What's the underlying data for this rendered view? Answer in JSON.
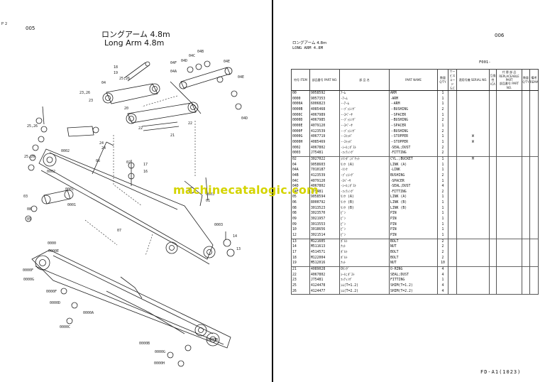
{
  "left_page": {
    "side_mark": "Ｐ２",
    "page_num": "005",
    "title_jp": "ロングアーム 4.8m",
    "title_en": "Long Arm 4.8m",
    "callouts": [
      "18",
      "19",
      "25,26",
      "04",
      "04F",
      "04D",
      "04C",
      "04B",
      "04E",
      "04A",
      "23,26",
      "23",
      "04E",
      "04D",
      "20",
      "22",
      "22",
      "21",
      "25,26",
      "24",
      "24",
      "25,26",
      "0002",
      "06",
      "0002",
      "02",
      "17",
      "16",
      "0001",
      "03",
      "08",
      "05",
      "0003",
      "0001",
      "01",
      "0003",
      "14",
      "13",
      "07",
      "0000",
      "0000E",
      "0000F",
      "0000G",
      "0000F",
      "0000D",
      "0000A",
      "0000C",
      "0000H",
      "0000B",
      "0000B",
      "0000G"
    ]
  },
  "right_page": {
    "page_num": "006",
    "title_jp": "ロングアーム 4.8m",
    "title_en": "LONG ARM 4.8M",
    "ref": "F001-",
    "headers": {
      "item": "符号 ITEM",
      "part_no": "部品番号 PART NO.",
      "name_jp": "部 品 名",
      "part_name": "PART NAME",
      "qty": "数量 Q'TY",
      "sc": "サービスコード S.C",
      "serial": "適用号機 SERIAL NO.",
      "replace_jp": "代 替 部 品",
      "replace_en": "REPLACEABLE PART",
      "ica": "互換性 ICA",
      "rep_part_no": "部品番号 PART NO.",
      "rep_qty": "数量 Q'TY",
      "remarks": "備考 REMARKS"
    },
    "rows": [
      {
        "item": "00",
        "part_no": "9058592",
        "jp": "ｱｰﾑ",
        "name": "ARM",
        "qty": "1",
        "sc": "",
        "ser": "",
        "grp": true
      },
      {
        "item": "0000",
        "part_no": "9057353",
        "jp": "･ｱｰﾑ",
        "name": "･ARM",
        "qty": "1",
        "sc": "",
        "ser": "",
        "grp": false
      },
      {
        "item": "0000A",
        "part_no": "6006823",
        "jp": "･･ｱｰﾑ",
        "name": "･･ARM",
        "qty": "1",
        "sc": "",
        "ser": "",
        "grp": false
      },
      {
        "item": "0000B",
        "part_no": "4085468",
        "jp": "･･ﾌﾞｯｼﾝｸﾞ",
        "name": "･･BUSHING",
        "qty": "2",
        "sc": "",
        "ser": "",
        "grp": false
      },
      {
        "item": "0000C",
        "part_no": "4067989",
        "jp": "･･ｽﾍﾟｰｻ",
        "name": "･･SPACER",
        "qty": "1",
        "sc": "",
        "ser": "",
        "grp": false
      },
      {
        "item": "0000D",
        "part_no": "4067985",
        "jp": "･･ﾌﾞｯｼﾝｸﾞ",
        "name": "･･BUSHING",
        "qty": "2",
        "sc": "",
        "ser": "",
        "grp": false
      },
      {
        "item": "0000E",
        "part_no": "4079120",
        "jp": "･･ｽﾍﾟｰｻ",
        "name": "･･SPACER",
        "qty": "1",
        "sc": "",
        "ser": "",
        "grp": false
      },
      {
        "item": "0000F",
        "part_no": "4123539",
        "jp": "･･ﾌﾞｯｼﾝｸﾞ",
        "name": "･･BUSHING",
        "qty": "2",
        "sc": "",
        "ser": "",
        "grp": false
      },
      {
        "item": "0000G",
        "part_no": "4067719",
        "jp": "･･ｽﾄｯﾊﾟ",
        "name": "･･STOPPER",
        "qty": "1",
        "sc": "",
        "ser": "W",
        "grp": false
      },
      {
        "item": "0000H",
        "part_no": "4085469",
        "jp": "･･ｽﾄｯﾊﾟ",
        "name": "･･STOPPER",
        "qty": "1",
        "sc": "",
        "ser": "W",
        "grp": false
      },
      {
        "item": "0002",
        "part_no": "4067802",
        "jp": "･ｼｰﾙ;ﾀﾞｽﾄ",
        "name": "･SEAL;DUST",
        "qty": "2",
        "sc": "",
        "ser": "",
        "grp": false
      },
      {
        "item": "0003",
        "part_no": "J75481",
        "jp": "･ﾌｨﾃｨﾝｸﾞ",
        "name": "･FITTING",
        "qty": "2",
        "sc": "",
        "ser": "",
        "grp": false
      },
      {
        "item": "02",
        "part_no": "3027022",
        "jp": "ｼﾘﾝﾀﾞ;ﾊﾞｹｯﾄ",
        "name": "CYL.;BUCKET",
        "qty": "1",
        "sc": "",
        "ser": "M",
        "grp": true
      },
      {
        "item": "04",
        "part_no": "9058603",
        "jp": "ﾘﾝｸ (A)",
        "name": "LINK (A)",
        "qty": "1",
        "sc": "",
        "ser": "",
        "grp": false
      },
      {
        "item": "04A",
        "part_no": "7010187",
        "jp": "･ﾘﾝｸ",
        "name": "･LINK",
        "qty": "1",
        "sc": "",
        "ser": "",
        "grp": false
      },
      {
        "item": "04B",
        "part_no": "4123539",
        "jp": "･ﾌﾞｯｼﾝｸﾞ",
        "name": "BUSHING",
        "qty": "2",
        "sc": "",
        "ser": "",
        "grp": false
      },
      {
        "item": "04C",
        "part_no": "4079120",
        "jp": "･ｽﾍﾟｰｻ",
        "name": "･SPACER",
        "qty": "1",
        "sc": "",
        "ser": "",
        "grp": false
      },
      {
        "item": "04D",
        "part_no": "4067802",
        "jp": "･ｼｰﾙ;ﾀﾞｽﾄ",
        "name": "･SEAL;DUST",
        "qty": "4",
        "sc": "",
        "ser": "",
        "grp": false
      },
      {
        "item": "04F",
        "part_no": "J75481",
        "jp": "･ﾌｨﾃｨﾝｸﾞ",
        "name": "･FITTING",
        "qty": "2",
        "sc": "",
        "ser": "",
        "grp": false
      },
      {
        "item": "05",
        "part_no": "9058594",
        "jp": "ﾘﾝｸ (A)",
        "name": "LINK (A)",
        "qty": "1",
        "sc": "",
        "ser": "",
        "grp": false
      },
      {
        "item": "06",
        "part_no": "8000792",
        "jp": "ﾘﾝｸ (B)",
        "name": "LINK (B)",
        "qty": "1",
        "sc": "",
        "ser": "",
        "grp": false
      },
      {
        "item": "08",
        "part_no": "3013523",
        "jp": "ﾘﾝｸ (B)",
        "name": "LINK (B)",
        "qty": "1",
        "sc": "",
        "ser": "",
        "grp": false
      },
      {
        "item": "08",
        "part_no": "3023570",
        "jp": "ﾋﾟﾝ",
        "name": "PIN",
        "qty": "1",
        "sc": "",
        "ser": "",
        "grp": false
      },
      {
        "item": "09",
        "part_no": "3021957",
        "jp": "ﾋﾟﾝ",
        "name": "PIN",
        "qty": "1",
        "sc": "",
        "ser": "",
        "grp": false
      },
      {
        "item": "09",
        "part_no": "3013553",
        "jp": "ﾋﾟﾝ",
        "name": "PIN",
        "qty": "1",
        "sc": "",
        "ser": "",
        "grp": false
      },
      {
        "item": "10",
        "part_no": "3018656",
        "jp": "ﾋﾟﾝ",
        "name": "PIN",
        "qty": "1",
        "sc": "",
        "ser": "",
        "grp": false
      },
      {
        "item": "12",
        "part_no": "3021514",
        "jp": "ﾋﾟﾝ",
        "name": "PIN",
        "qty": "1",
        "sc": "",
        "ser": "",
        "grp": false
      },
      {
        "item": "13",
        "part_no": "M121605",
        "jp": "ﾎﾞﾙﾄ",
        "name": "BOLT",
        "qty": "2",
        "sc": "",
        "ser": "",
        "grp": true
      },
      {
        "item": "14",
        "part_no": "M511613",
        "jp": "ﾅｯﾄ",
        "name": "NUT",
        "qty": "2",
        "sc": "",
        "ser": "",
        "grp": false
      },
      {
        "item": "17",
        "part_no": "4514571",
        "jp": "ﾎﾞﾙﾄ",
        "name": "BOLT",
        "qty": "2",
        "sc": "",
        "ser": "",
        "grp": false
      },
      {
        "item": "18",
        "part_no": "M122004",
        "jp": "ﾎﾞﾙﾄ",
        "name": "BOLT",
        "qty": "2",
        "sc": "",
        "ser": "",
        "grp": false
      },
      {
        "item": "19",
        "part_no": "M512016",
        "jp": "ﾅｯﾄ",
        "name": "NUT",
        "qty": "10",
        "sc": "",
        "ser": "",
        "grp": false
      },
      {
        "item": "21",
        "part_no": "4089028",
        "jp": "Oﾘﾝｸﾞ",
        "name": "O-RING",
        "qty": "4",
        "sc": "",
        "ser": "",
        "grp": true
      },
      {
        "item": "22",
        "part_no": "4067802",
        "jp": "ｼｰﾙ;ﾀﾞｽﾄ",
        "name": "SEAL;DUST",
        "qty": "4",
        "sc": "",
        "ser": "",
        "grp": false
      },
      {
        "item": "23",
        "part_no": "J75481",
        "jp": "ﾌｨﾃｨﾝｸﾞ",
        "name": "FITTING",
        "qty": "1",
        "sc": "",
        "ser": "",
        "grp": false
      },
      {
        "item": "25",
        "part_no": "4124478",
        "jp": "ｼﾑ(T=1.2)",
        "name": "SHIM(T=1.2)",
        "qty": "4",
        "sc": "",
        "ser": "",
        "grp": false
      },
      {
        "item": "26",
        "part_no": "4124477",
        "jp": "ｼﾑ(T=2.2)",
        "name": "SHIM(T=2.2)",
        "qty": "4",
        "sc": "",
        "ser": "",
        "grp": false
      }
    ],
    "footer": "FD-A1(1023)"
  },
  "watermark": "machinecatalogic.com"
}
